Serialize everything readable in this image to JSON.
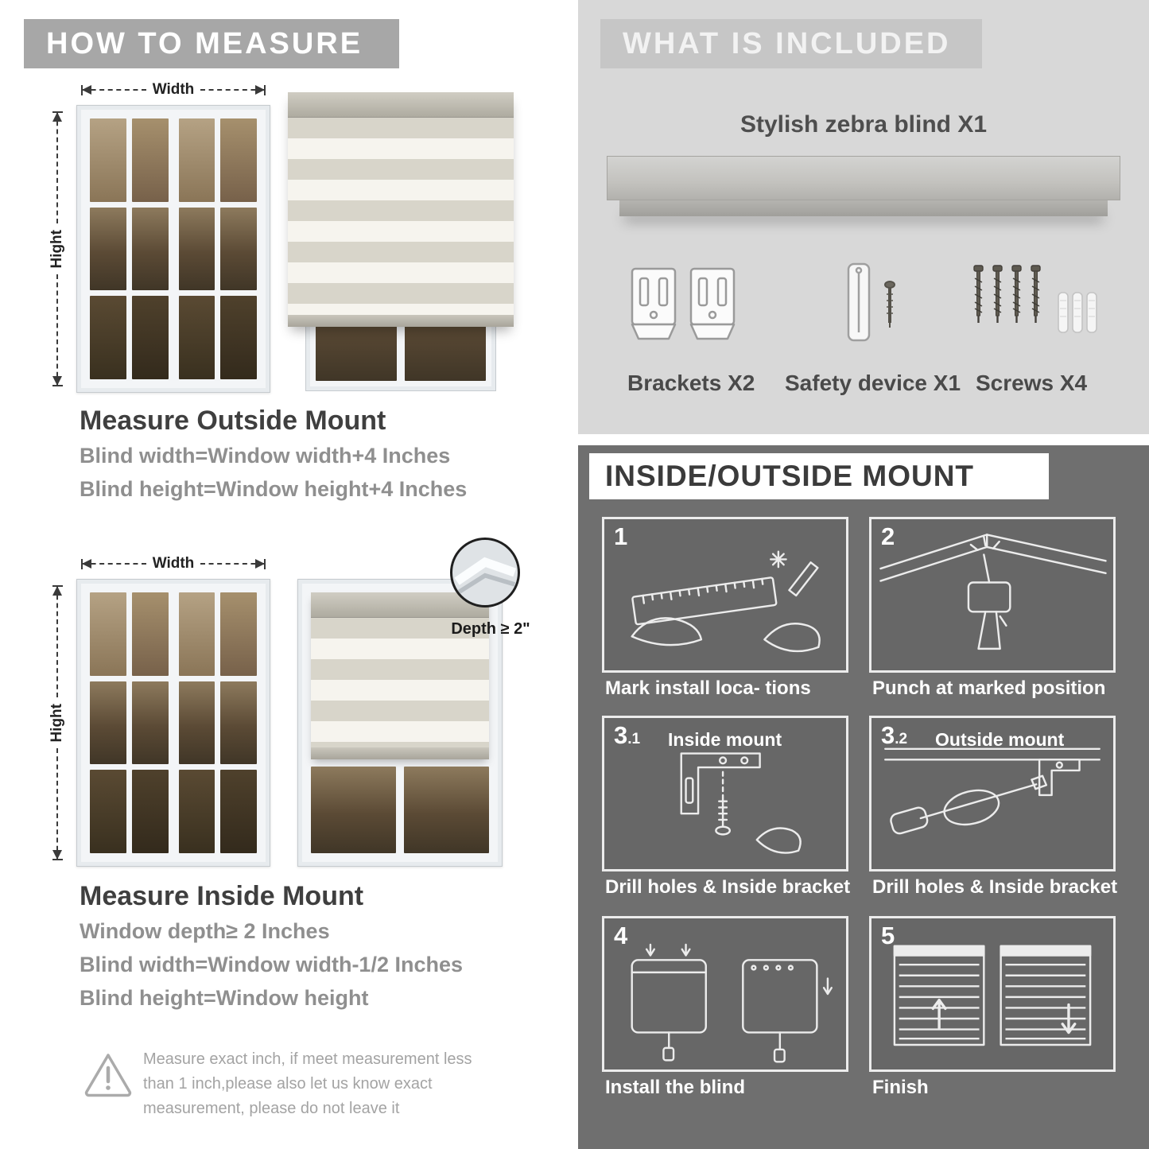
{
  "how_to_measure": {
    "header": "HOW TO MEASURE",
    "width_label": "Width",
    "height_label": "Hight",
    "outside": {
      "title": "Measure Outside Mount",
      "line1": "Blind width=Window width+4 Inches",
      "line2": "Blind height=Window height+4 Inches"
    },
    "inside": {
      "title": "Measure Inside Mount",
      "depth_callout": "Depth ≥ 2\"",
      "line1": "Window depth≥ 2 Inches",
      "line2": "Blind width=Window width-1/2 Inches",
      "line3": "Blind height=Window height"
    },
    "warning": {
      "line1": "Measure exact inch, if meet measurement less",
      "line2": "than 1 inch,please also let us know exact",
      "line3": "measurement, please do not leave it"
    }
  },
  "included": {
    "header": "WHAT IS INCLUDED",
    "product_label": "Stylish zebra blind X1",
    "items": [
      {
        "label": "Brackets X2"
      },
      {
        "label": "Safety device X1"
      },
      {
        "label": "Screws X4"
      }
    ]
  },
  "mount_guide": {
    "header": "INSIDE/OUTSIDE MOUNT",
    "steps": [
      {
        "num": "1",
        "num_sub": "",
        "title": "",
        "caption": "Mark install loca- tions"
      },
      {
        "num": "2",
        "num_sub": "",
        "title": "",
        "caption": "Punch at  marked position"
      },
      {
        "num": "3",
        "num_sub": ".1",
        "title": "Inside mount",
        "caption": "Drill holes &  Inside bracket"
      },
      {
        "num": "3",
        "num_sub": ".2",
        "title": "Outside mount",
        "caption": "Drill holes &  Inside bracket"
      },
      {
        "num": "4",
        "num_sub": "",
        "title": "",
        "caption": "Install the blind"
      },
      {
        "num": "5",
        "num_sub": "",
        "title": "",
        "caption": "Finish"
      }
    ]
  },
  "colors": {
    "how_banner_bg": "#a7a7a7",
    "included_bg": "#d8d8d8",
    "included_banner_bg": "#c6c6c6",
    "mount_bg": "#6f6f6f",
    "panel_border": "#ececec",
    "title_text": "#3f3f3f",
    "subtitle_text": "#8f8f8f",
    "hardware_label_text": "#4a4a4a"
  }
}
